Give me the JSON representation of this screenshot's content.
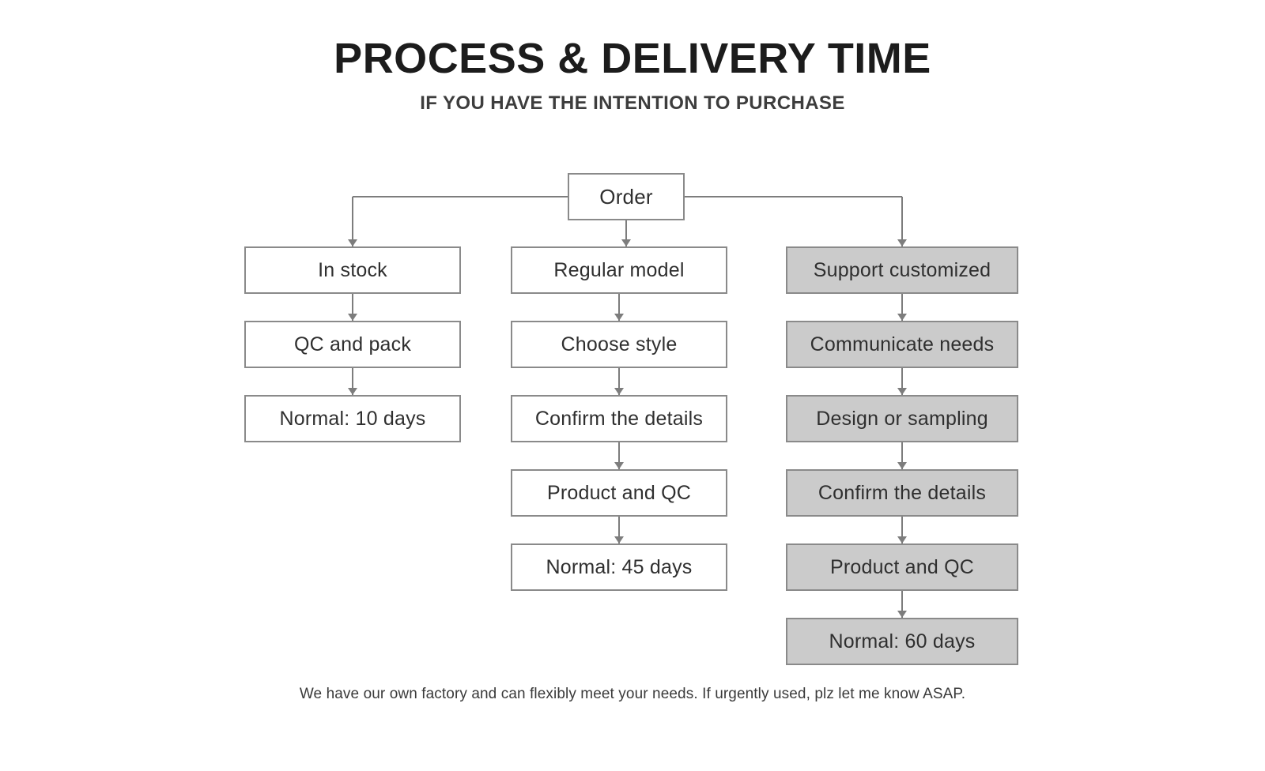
{
  "header": {
    "title": "PROCESS & DELIVERY TIME",
    "subtitle": "IF YOU HAVE THE INTENTION TO PURCHASE"
  },
  "diagram": {
    "root": {
      "label": "Order"
    },
    "branches": [
      {
        "id": "in-stock",
        "style": "outline",
        "steps": [
          {
            "label": "In stock"
          },
          {
            "label": "QC and pack"
          },
          {
            "label": "Normal: 10 days"
          }
        ]
      },
      {
        "id": "regular-model",
        "style": "outline",
        "steps": [
          {
            "label": "Regular model"
          },
          {
            "label": "Choose style"
          },
          {
            "label": "Confirm the details"
          },
          {
            "label": "Product and QC"
          },
          {
            "label": "Normal: 45 days"
          }
        ]
      },
      {
        "id": "support-customized",
        "style": "filled",
        "steps": [
          {
            "label": "Support customized"
          },
          {
            "label": "Communicate needs"
          },
          {
            "label": "Design or sampling"
          },
          {
            "label": "Confirm the details"
          },
          {
            "label": "Product and QC"
          },
          {
            "label": "Normal: 60 days"
          }
        ]
      }
    ]
  },
  "footer": {
    "note": "We have our own factory and can flexibly meet your needs. If urgently used, plz let me know ASAP."
  },
  "colors": {
    "box_border": "#8a8a8a",
    "box_fill_outline": "#ffffff",
    "box_fill_filled": "#cbcbcb",
    "connector": "#7d7d7d",
    "title_text": "#1c1c1c",
    "body_text": "#2f2f2f"
  }
}
